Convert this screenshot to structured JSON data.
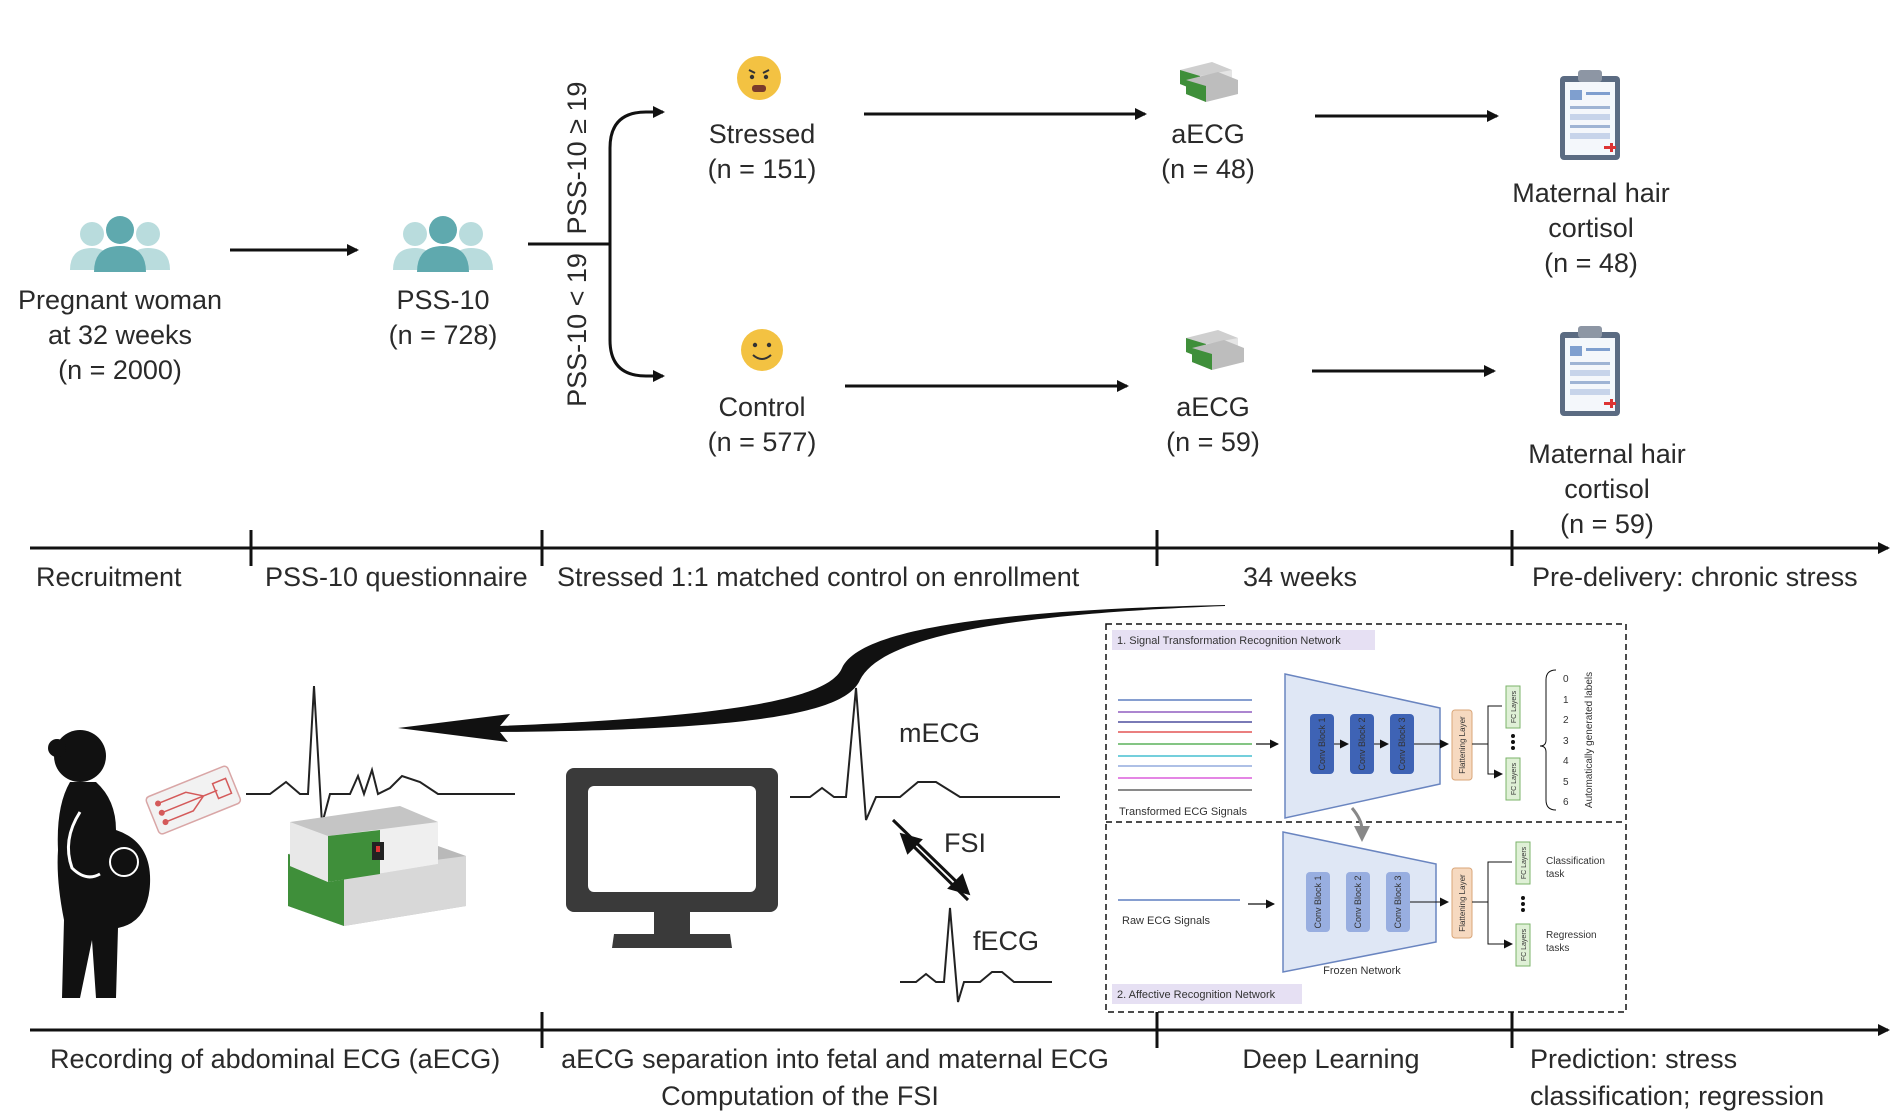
{
  "flow": {
    "recruit": {
      "line1": "Pregnant woman",
      "line2": "at 32 weeks",
      "n": "(n = 2000)"
    },
    "pss": {
      "label": "PSS-10",
      "n": "(n = 728)"
    },
    "branch_high": "PSS-10 ≥ 19",
    "branch_low": "PSS-10 < 19",
    "stressed": {
      "label": "Stressed",
      "n": "(n = 151)"
    },
    "control": {
      "label": "Control",
      "n": "(n = 577)"
    },
    "aecg_top": {
      "label": "aECG",
      "n": "(n = 48)"
    },
    "aecg_bottom": {
      "label": "aECG",
      "n": "(n = 59)"
    },
    "cortisol_top": {
      "line1": "Maternal hair",
      "line2": "cortisol",
      "n": "(n = 48)"
    },
    "cortisol_bottom": {
      "line1": "Maternal hair",
      "line2": "cortisol",
      "n": "(n = 59)"
    }
  },
  "timeline_top": [
    "Recruitment",
    "PSS-10 questionnaire",
    "Stressed 1:1 matched control on enrollment",
    "34 weeks",
    "Pre-delivery: chronic stress"
  ],
  "signals": {
    "mecg": "mECG",
    "fsi": "FSI",
    "fecg": "fECG"
  },
  "network": {
    "title1": "1. Signal Transformation Recognition Network",
    "title2": "2. Affective Recognition Network",
    "transformed": "Transformed ECG Signals",
    "raw": "Raw ECG Signals",
    "conv1": "Conv Block 1",
    "conv2": "Conv Block 2",
    "conv3": "Conv Block 3",
    "flatten": "Flattening Layer",
    "fc": "FC Layers",
    "auto_labels": "Automatically generated labels",
    "label_nums": [
      "0",
      "1",
      "2",
      "3",
      "4",
      "5",
      "6"
    ],
    "classification": "Classification",
    "task": "task",
    "regression": "Regression",
    "tasks": "tasks",
    "frozen": "Frozen Network"
  },
  "timeline_bottom": {
    "recording": "Recording of abdominal ECG (aECG)",
    "sep1": "aECG separation into fetal and maternal ECG",
    "sep2": "Computation of the FSI",
    "dl": "Deep Learning",
    "pred1": "Prediction: stress",
    "pred2": "classification; regression"
  },
  "colors": {
    "people": "#7bbcc0",
    "people_light": "#b9dcdd",
    "face": "#f3c242",
    "clipboard": "#5b6b82",
    "device_green": "#3f8f3a",
    "conv_blue": "#3e63b5",
    "trapezoid": "#dfe7f5",
    "flatten": "#f6d9c0",
    "fc_green": "#dff0d6",
    "title_bg": "#e6e0f3"
  }
}
